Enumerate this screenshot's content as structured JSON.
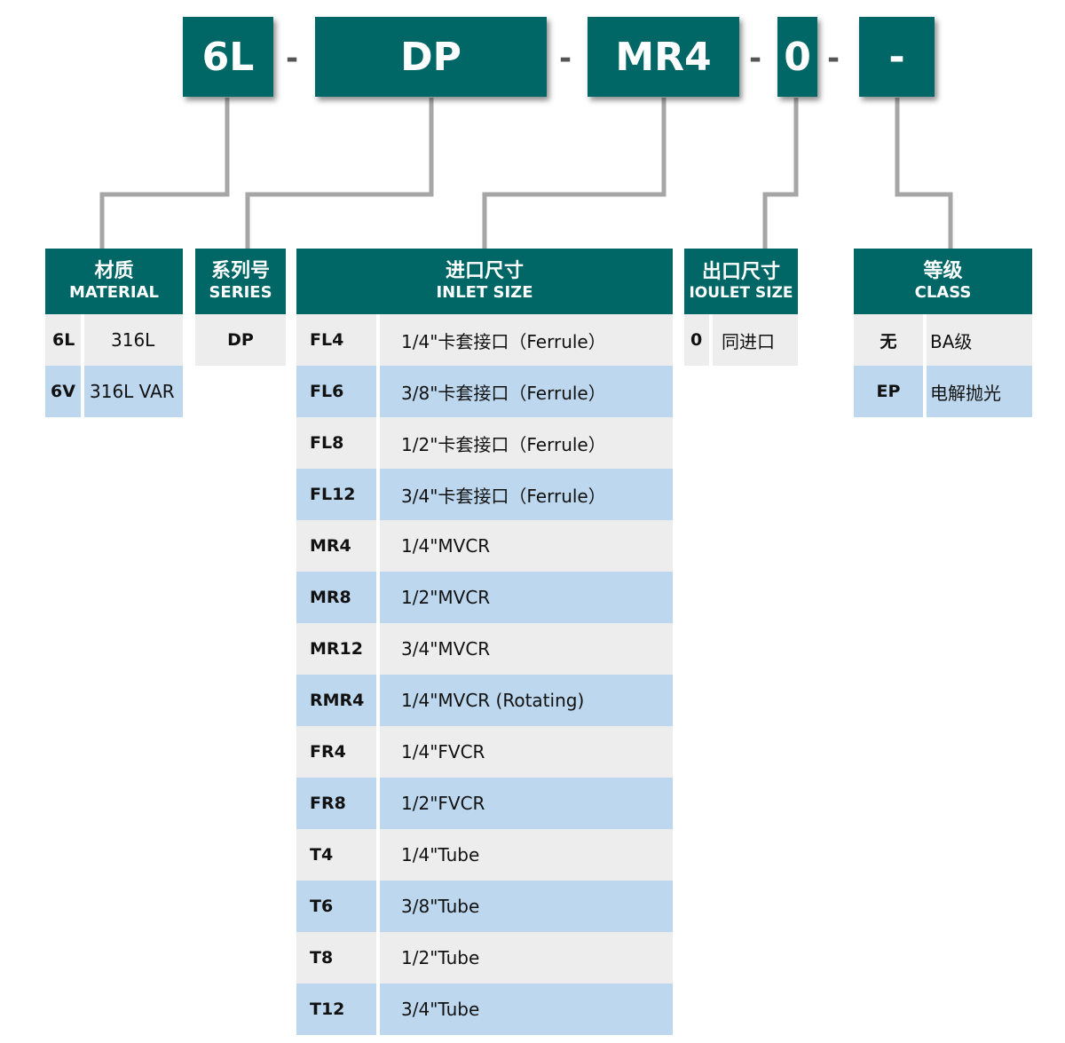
{
  "code": {
    "segments": [
      "6L",
      "DP",
      "MR4",
      "0",
      "-"
    ],
    "separator": "-"
  },
  "groups": {
    "material": {
      "title_cn": "材质",
      "title_en": "MATERIAL",
      "rows": [
        {
          "code": "6L",
          "desc": "316L"
        },
        {
          "code": "6V",
          "desc": "316L VAR"
        }
      ]
    },
    "series": {
      "title_cn": "系列号",
      "title_en": "SERIES",
      "rows": [
        {
          "code": "DP",
          "desc": ""
        }
      ]
    },
    "inlet": {
      "title_cn": "进口尺寸",
      "title_en": "INLET  SIZE",
      "rows": [
        {
          "code": "FL4",
          "desc": "1/4\"卡套接口（Ferrule）"
        },
        {
          "code": "FL6",
          "desc": "3/8\"卡套接口（Ferrule）"
        },
        {
          "code": "FL8",
          "desc": "1/2\"卡套接口（Ferrule）"
        },
        {
          "code": "FL12",
          "desc": "3/4\"卡套接口（Ferrule）"
        },
        {
          "code": "MR4",
          "desc": "1/4\"MVCR"
        },
        {
          "code": "MR8",
          "desc": "1/2\"MVCR"
        },
        {
          "code": "MR12",
          "desc": "3/4\"MVCR"
        },
        {
          "code": "RMR4",
          "desc": "1/4\"MVCR (Rotating)"
        },
        {
          "code": "FR4",
          "desc": "1/4\"FVCR"
        },
        {
          "code": "FR8",
          "desc": "1/2\"FVCR"
        },
        {
          "code": "T4",
          "desc": "1/4\"Tube"
        },
        {
          "code": "T6",
          "desc": "3/8\"Tube"
        },
        {
          "code": "T8",
          "desc": "1/2\"Tube"
        },
        {
          "code": "T12",
          "desc": "3/4\"Tube"
        }
      ]
    },
    "outlet": {
      "title_cn": "出口尺寸",
      "title_en": "IOULET  SIZE",
      "rows": [
        {
          "code": "0",
          "desc": "同进口"
        }
      ]
    },
    "class": {
      "title_cn": "等级",
      "title_en": "CLASS",
      "rows": [
        {
          "code": "无",
          "desc": "BA级"
        },
        {
          "code": "EP",
          "desc": "电解抛光"
        }
      ]
    }
  },
  "colors": {
    "header": "#006766",
    "row_gray": "#ededed",
    "row_blue": "#bdd7ee",
    "connector": "#a6a6a6"
  }
}
